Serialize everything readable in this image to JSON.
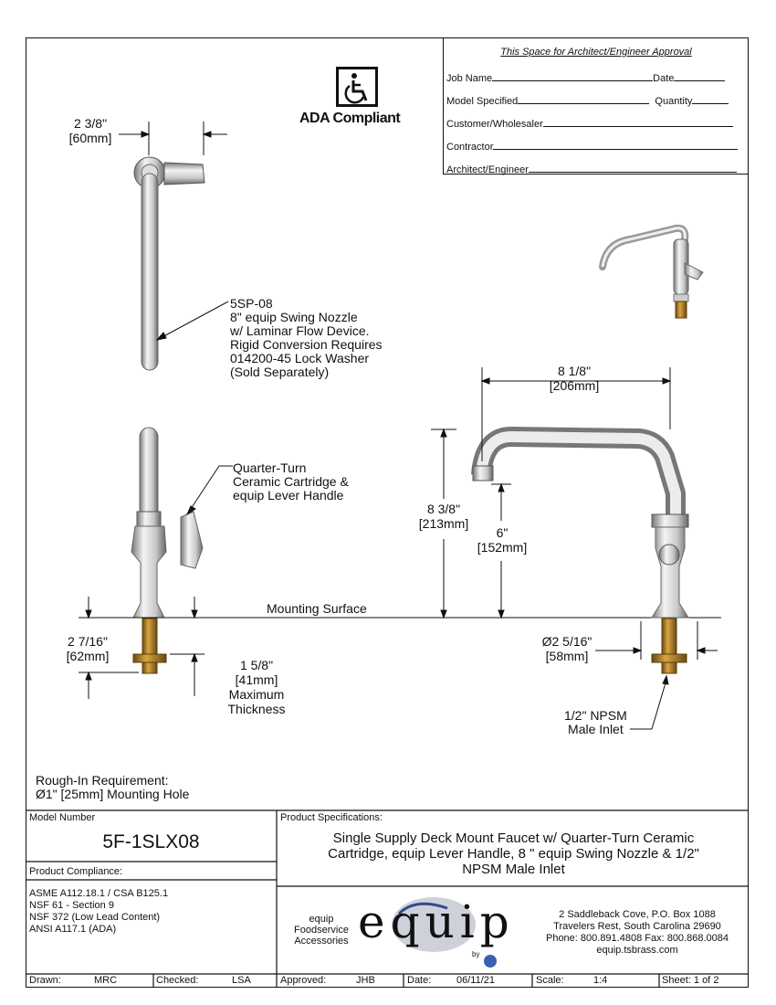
{
  "approval": {
    "title": "This Space for Architect/Engineer Approval",
    "job_name": "Job Name",
    "date": "Date",
    "model_specified": "Model Specified",
    "quantity": "Quantity",
    "customer": "Customer/Wholesaler",
    "contractor": "Contractor",
    "architect": "Architect/Engineer"
  },
  "ada": {
    "label": "ADA Compliant",
    "icon": "wheelchair-icon"
  },
  "dims": {
    "top_width": "2 3/8\"",
    "top_width_mm": "[60mm]",
    "reach": "8 1/8\"",
    "reach_mm": "[206mm]",
    "height": "8 3/8\"",
    "height_mm": "[213mm]",
    "spout_height": "6\"",
    "spout_height_mm": "[152mm]",
    "shank": "2 7/16\"",
    "shank_mm": "[62mm]",
    "thickness": "1 5/8\"",
    "thickness_mm": "[41mm]",
    "thickness_label1": "Maximum",
    "thickness_label2": "Thickness",
    "flange": "Ø2 5/16\"",
    "flange_mm": "[58mm]"
  },
  "notes": {
    "nozzle": [
      "5SP-08",
      "8\" equip Swing Nozzle",
      "w/ Laminar Flow Device.",
      "Rigid Conversion Requires",
      "014200-45 Lock Washer",
      "(Sold Separately)"
    ],
    "cartridge": [
      "Quarter-Turn",
      "Ceramic Cartridge &",
      "equip Lever Handle"
    ],
    "mounting_surface": "Mounting Surface",
    "inlet": [
      "1/2\" NPSM",
      "Male Inlet"
    ],
    "rough_in": [
      "Rough-In Requirement:",
      "Ø1\" [25mm] Mounting Hole"
    ]
  },
  "title_block": {
    "model_number_label": "Model Number",
    "model_number": "5F-1SLX08",
    "compliance_label": "Product Compliance:",
    "compliance": [
      "ASME A112.18.1 / CSA B125.1",
      "NSF 61 - Section 9",
      "NSF 372 (Low Lead Content)",
      "ANSI A117.1 (ADA)"
    ],
    "specs_label": "Product Specifications:",
    "specs": [
      "Single Supply Deck Mount Faucet w/ Quarter-Turn Ceramic",
      "Cartridge, equip Lever Handle, 8 \" equip Swing Nozzle & 1/2\"",
      "NPSM Male Inlet"
    ],
    "brand_small": [
      "equip",
      "Foodservice",
      "Accessories"
    ],
    "logo_text": "equip",
    "logo_by": "by",
    "address": [
      "2 Saddleback Cove, P.O. Box 1088",
      "Travelers Rest, South Carolina 29690",
      "Phone: 800.891.4808  Fax: 800.868.0084",
      "equip.tsbrass.com"
    ]
  },
  "footer": {
    "drawn_label": "Drawn:",
    "drawn": "MRC",
    "checked_label": "Checked:",
    "checked": "LSA",
    "approved_label": "Approved:",
    "approved": "JHB",
    "date_label": "Date:",
    "date": "06/11/21",
    "scale_label": "Scale:",
    "scale": "1:4",
    "sheet_label": "Sheet:",
    "sheet": "1",
    "sheet_of": "of",
    "sheet_total": "2"
  }
}
